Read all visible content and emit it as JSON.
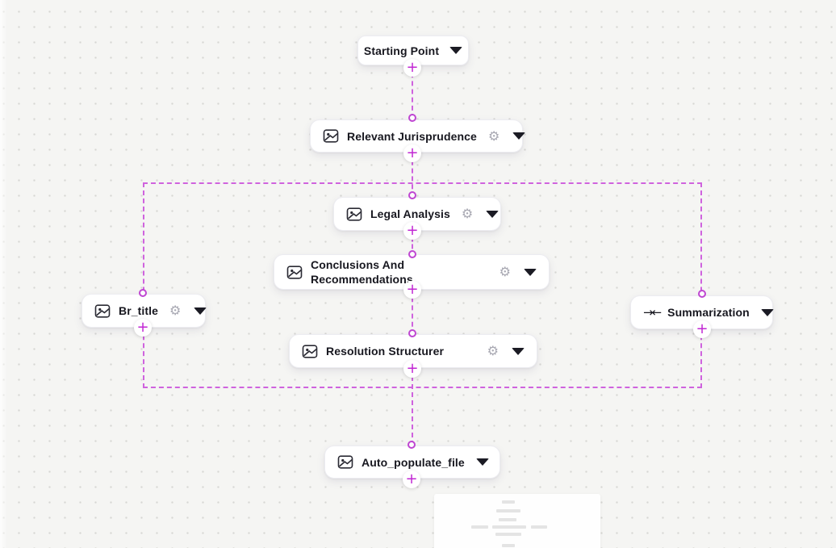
{
  "canvas": {
    "background_color": "#f5f5f3",
    "dot_color": "#d7d7d4",
    "connector_color": "#cf63de",
    "accent_color": "#c026d3"
  },
  "nodes": {
    "starting_point": {
      "label": "Starting Point"
    },
    "relevant_jurisprudence": {
      "label": "Relevant Jurisprudence"
    },
    "legal_analysis": {
      "label": "Legal Analysis"
    },
    "conclusions": {
      "label": "Conclusions And Recommendations"
    },
    "br_title": {
      "label": "Br_title"
    },
    "summarization": {
      "label": "Summarization"
    },
    "resolution_structurer": {
      "label": "Resolution Structurer"
    },
    "auto_populate_file": {
      "label": "Auto_populate_file"
    }
  },
  "icons": {
    "gear": "⚙",
    "merge": "→←",
    "plus": "+"
  }
}
